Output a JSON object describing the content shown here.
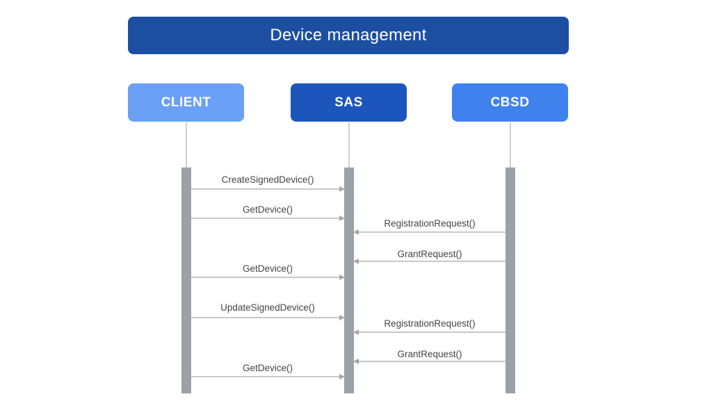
{
  "title": "Device management",
  "colors": {
    "title_bg": "#1c4fa2",
    "client": "#6aa0f5",
    "sas": "#1c56bd",
    "cbsd": "#3f82ee",
    "activation": "#9ba1a8",
    "lifeline": "#9ba1a8",
    "arrow": "#a3a8ae"
  },
  "participants": [
    {
      "id": "client",
      "label": "CLIENT"
    },
    {
      "id": "sas",
      "label": "SAS"
    },
    {
      "id": "cbsd",
      "label": "CBSD"
    }
  ],
  "messages": [
    {
      "from": "client",
      "to": "sas",
      "label": "CreateSignedDevice()"
    },
    {
      "from": "client",
      "to": "sas",
      "label": "GetDevice()"
    },
    {
      "from": "cbsd",
      "to": "sas",
      "label": "RegistrationRequest()"
    },
    {
      "from": "cbsd",
      "to": "sas",
      "label": "GrantRequest()"
    },
    {
      "from": "client",
      "to": "sas",
      "label": "GetDevice()"
    },
    {
      "from": "client",
      "to": "sas",
      "label": "UpdateSignedDevice()"
    },
    {
      "from": "cbsd",
      "to": "sas",
      "label": "RegistrationRequest()"
    },
    {
      "from": "cbsd",
      "to": "sas",
      "label": "GrantRequest()"
    },
    {
      "from": "client",
      "to": "sas",
      "label": "GetDevice()"
    }
  ]
}
